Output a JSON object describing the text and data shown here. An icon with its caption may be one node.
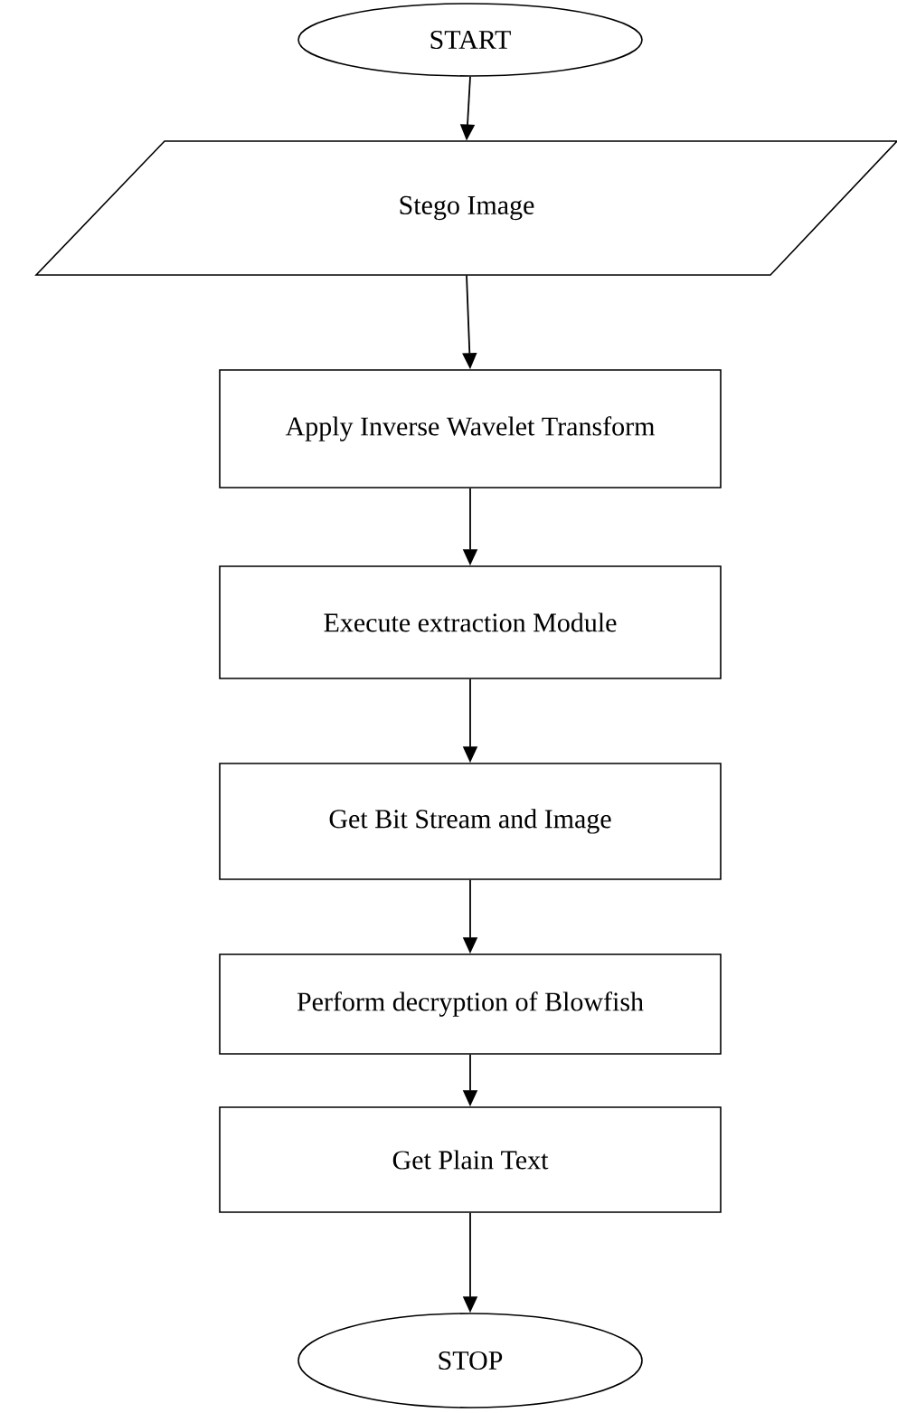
{
  "diagram": {
    "nodes": [
      {
        "text": [
          "START"
        ]
      },
      {
        "text": [
          "Stego Image"
        ]
      },
      {
        "text": [
          "Apply Inverse Wavelet Transform"
        ]
      },
      {
        "text": [
          "Execute extraction Module"
        ]
      },
      {
        "text": [
          "Get Bit Stream and Image"
        ]
      },
      {
        "text": [
          "Perform decryption of Blowfish"
        ]
      },
      {
        "text": [
          "Get Plain Text"
        ]
      },
      {
        "text": [
          "STOP"
        ]
      }
    ],
    "edges": [
      {
        "from": 0,
        "to": 1,
        "arrow": "to"
      },
      {
        "from": 1,
        "to": 2,
        "arrow": "to"
      },
      {
        "from": 2,
        "to": 3,
        "arrow": "to"
      },
      {
        "from": 3,
        "to": 4,
        "arrow": "to"
      },
      {
        "from": 4,
        "to": 5,
        "arrow": "to"
      },
      {
        "from": 5,
        "to": 6,
        "arrow": "to"
      },
      {
        "from": 6,
        "to": 7,
        "arrow": "to"
      }
    ]
  }
}
